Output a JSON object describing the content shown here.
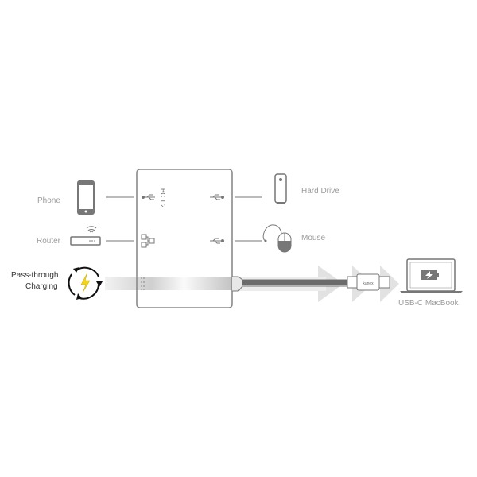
{
  "labels": {
    "phone": "Phone",
    "router": "Router",
    "pass_through": "Pass-through",
    "charging": "Charging",
    "hard_drive": "Hard Drive",
    "mouse": "Mouse",
    "macbook": "USB-C MacBook",
    "bc": "BC 1.2",
    "brand": "kanex"
  },
  "colors": {
    "outline": "#8a8a8a",
    "bolt": "#f2d51a",
    "cable": "#6b6b6b",
    "arrow": "#dedede"
  }
}
